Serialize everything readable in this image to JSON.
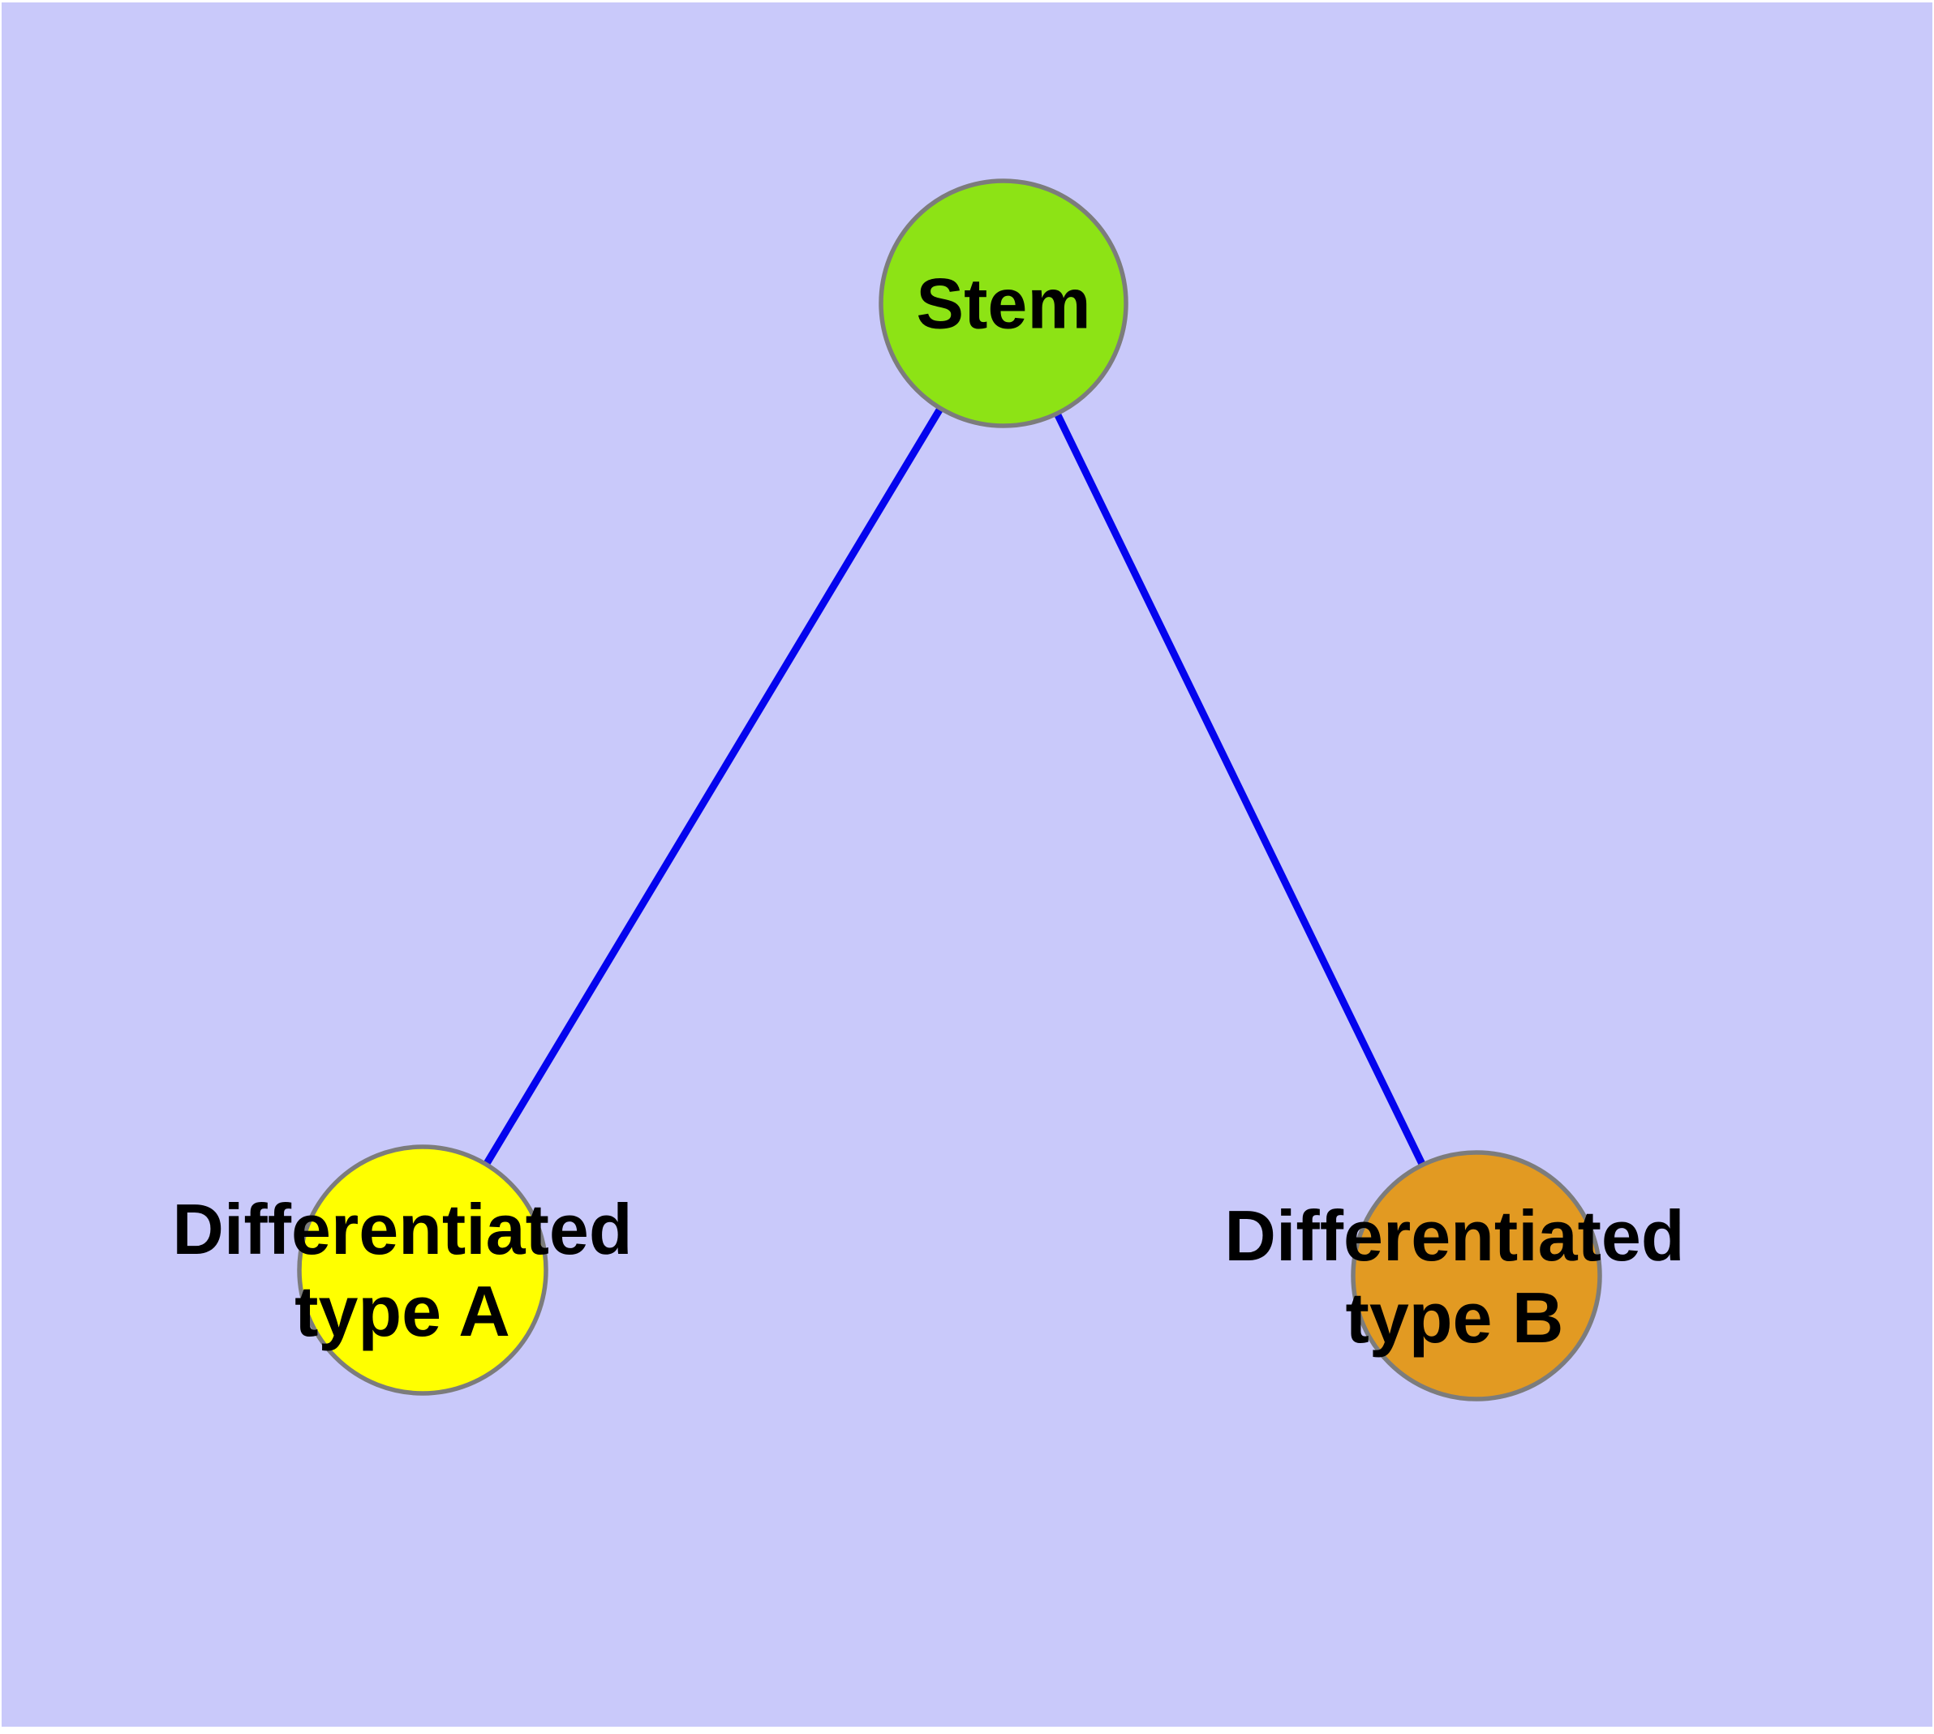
{
  "figure": {
    "background_color": "#C9C9FA",
    "page_margin_color": "#FFFFFF"
  },
  "graph": {
    "edge_color": "#0404EE",
    "node_border_color": "#7C7C7C",
    "nodes": [
      {
        "id": "stem",
        "label": "Stem",
        "fill": "#8DE315"
      },
      {
        "id": "type-a",
        "label": "Differentiated\ntype A",
        "fill": "#FFFF00"
      },
      {
        "id": "type-b",
        "label": "Differentiated\ntype B",
        "fill": "#E29A22"
      }
    ],
    "edges": [
      {
        "from": "Stem",
        "to": "Differentiated type A"
      },
      {
        "from": "Stem",
        "to": "Differentiated type B"
      }
    ]
  }
}
